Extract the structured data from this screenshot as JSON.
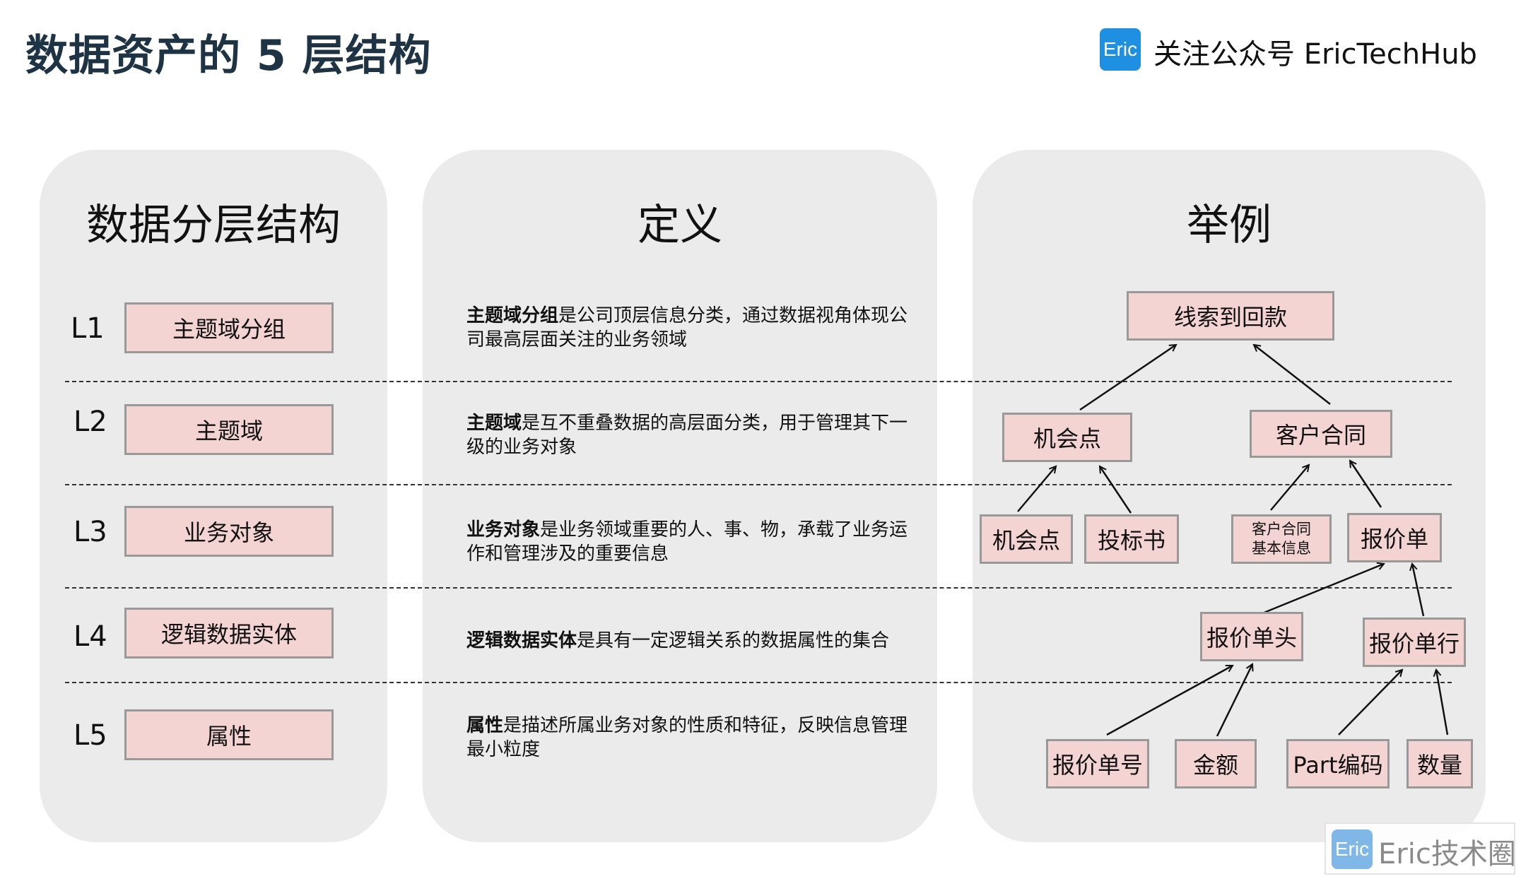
{
  "title": "数据资产的 5 层结构",
  "brand": {
    "logo_text": "Eric",
    "text": "关注公众号 EricTechHub"
  },
  "columns": {
    "layers": "数据分层结构",
    "definition": "定义",
    "example": "举例"
  },
  "levels": [
    {
      "code": "L1",
      "name": "主题域分组",
      "def_term": "主题域分组",
      "def_text": "是公司顶层信息分类，通过数据视角体现公司最高层面关注的业务领域"
    },
    {
      "code": "L2",
      "name": "主题域",
      "def_term": "主题域",
      "def_text": "是互不重叠数据的高层面分类，用于管理其下一级的业务对象"
    },
    {
      "code": "L3",
      "name": "业务对象",
      "def_term": "业务对象",
      "def_text": "是业务领域重要的人、事、物，承载了业务运作和管理涉及的重要信息"
    },
    {
      "code": "L4",
      "name": "逻辑数据实体",
      "def_term": "逻辑数据实体",
      "def_text": "是具有一定逻辑关系的数据属性的集合"
    },
    {
      "code": "L5",
      "name": "属性",
      "def_term": "属性",
      "def_text": "是描述所属业务对象的性质和特征，反映信息管理最小粒度"
    }
  ],
  "example": {
    "l1": "线索到回款",
    "l2_opportunity": "机会点",
    "l2_contract": "客户合同",
    "l3_opportunity": "机会点",
    "l3_bid": "投标书",
    "l3_contract_info_1": "客户合同",
    "l3_contract_info_2": "基本信息",
    "l3_quote": "报价单",
    "l4_quote_header": "报价单头",
    "l4_quote_line": "报价单行",
    "l5_quote_no": "报价单号",
    "l5_amount": "金额",
    "l5_part_code": "Part编码",
    "l5_quantity": "数量"
  },
  "watermark": {
    "logo_text": "Eric",
    "text": "Eric技术圈"
  }
}
